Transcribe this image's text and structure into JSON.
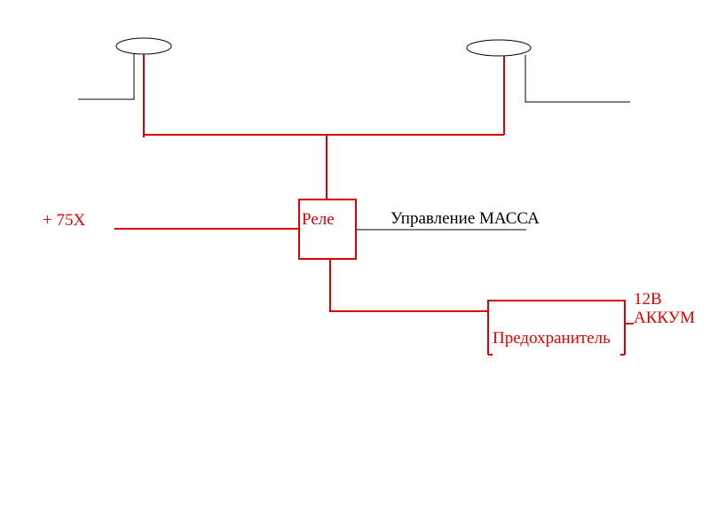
{
  "labels": {
    "plus_75x": "+ 75Х",
    "relay": "Реле",
    "control_mass": "Управление МАССА",
    "battery_voltage": "12В",
    "battery": "АККУМ",
    "fuse": "Предохранитель"
  },
  "colors": {
    "wire": "#e00000",
    "ground_line": "#000000",
    "background": "#ffffff"
  }
}
